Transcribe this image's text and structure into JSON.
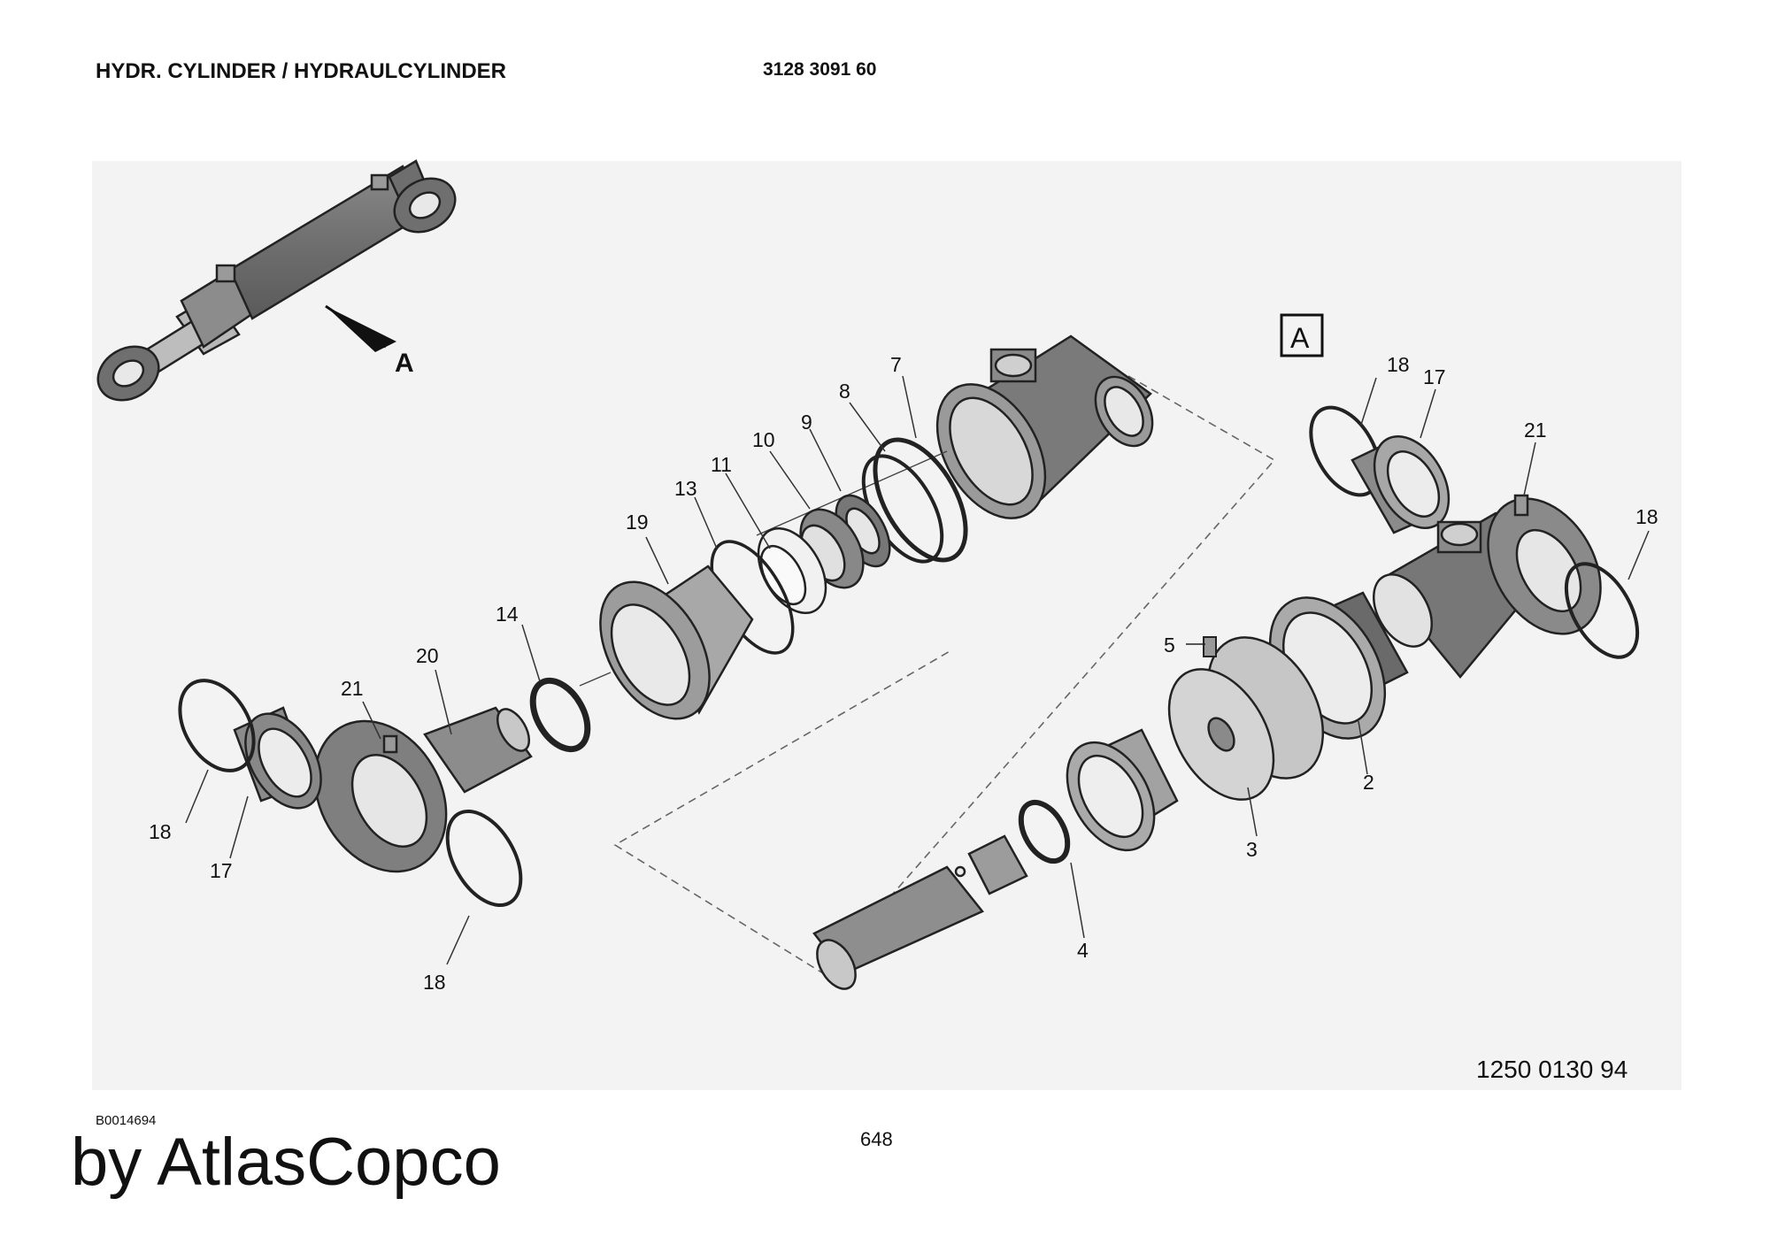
{
  "header": {
    "title": "HYDR. CYLINDER / HYDRAULCYLINDER",
    "part_number": "3128 3091 60"
  },
  "diagram": {
    "view_arrow_label": "A",
    "detail_box_label": "A",
    "callouts": {
      "c7": "7",
      "c8": "8",
      "c9": "9",
      "c10": "10",
      "c11": "11",
      "c13": "13",
      "c19": "19",
      "c14": "14",
      "c20": "20",
      "c21_left": "21",
      "c18_left_top": "18",
      "c17_left": "17",
      "c18_left_bottom": "18",
      "c18_right_top": "18",
      "c17_right": "17",
      "c21_right": "21",
      "c18_right": "18",
      "c5": "5",
      "c2": "2",
      "c3": "3",
      "c4": "4"
    },
    "drawing_number": "1250 0130 94"
  },
  "footer": {
    "image_code": "B0014694",
    "page_number": "648",
    "brand": "by AtlasCopco"
  }
}
